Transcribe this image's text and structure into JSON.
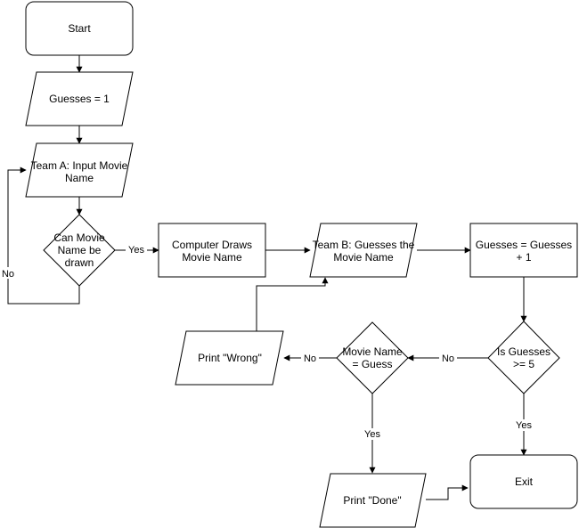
{
  "nodes": {
    "start": "Start",
    "guesses_init": "Guesses = 1",
    "team_a": [
      "Team A: Input Movie",
      "Name"
    ],
    "can_draw": [
      "Can Movie",
      "Name be",
      "drawn"
    ],
    "computer_draws": [
      "Computer Draws",
      "Movie Name"
    ],
    "team_b": [
      "Team B: Guesses the",
      "Movie Name"
    ],
    "increment": [
      "Guesses = Guesses",
      "+ 1"
    ],
    "is_guesses": [
      "Is Guesses",
      ">= 5"
    ],
    "movie_eq": [
      "Movie Name",
      "= Guess"
    ],
    "print_wrong": "Print \"Wrong\"",
    "print_done": "Print \"Done\"",
    "exit": "Exit"
  },
  "edge_labels": {
    "yes_draw": "Yes",
    "no_draw": "No",
    "no_guesses": "No",
    "no_movie": "No",
    "yes_movie": "Yes",
    "yes_guesses": "Yes"
  }
}
